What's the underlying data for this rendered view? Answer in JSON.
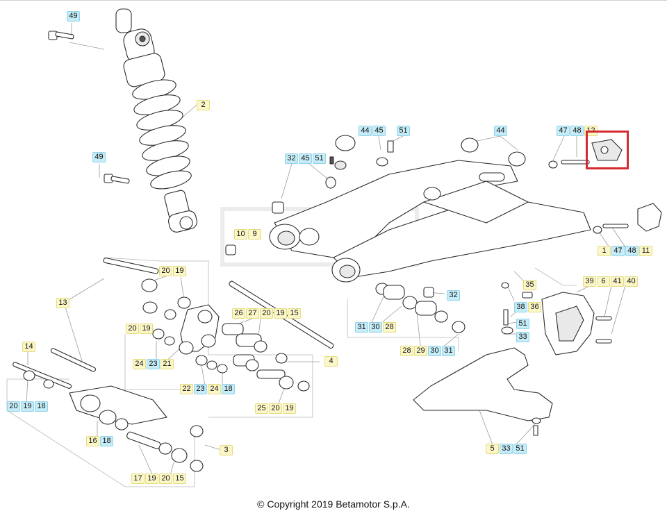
{
  "copyright": "© Copyright 2019 Betamotor S.p.A.",
  "colors": {
    "blue_tag": "#c6ecf7",
    "yellow_tag": "#fbf7c9",
    "highlight": "#d42a30"
  },
  "callouts": [
    {
      "labels": [
        {
          "t": "49",
          "c": "blue"
        }
      ]
    },
    {
      "labels": [
        {
          "t": "2",
          "c": "yellow"
        }
      ]
    },
    {
      "labels": [
        {
          "t": "49",
          "c": "blue"
        }
      ]
    },
    {
      "labels": [
        {
          "t": "44",
          "c": "blue"
        },
        {
          "t": "45",
          "c": "blue"
        }
      ]
    },
    {
      "labels": [
        {
          "t": "51",
          "c": "blue"
        }
      ]
    },
    {
      "labels": [
        {
          "t": "44",
          "c": "blue"
        }
      ]
    },
    {
      "labels": [
        {
          "t": "47",
          "c": "blue"
        },
        {
          "t": "48",
          "c": "blue"
        },
        {
          "t": "12",
          "c": "yellow"
        }
      ]
    },
    {
      "labels": [
        {
          "t": "32",
          "c": "blue"
        },
        {
          "t": "45",
          "c": "blue"
        },
        {
          "t": "51",
          "c": "blue"
        }
      ]
    },
    {
      "labels": [
        {
          "t": "10",
          "c": "yellow"
        },
        {
          "t": "9",
          "c": "yellow"
        }
      ]
    },
    {
      "labels": [
        {
          "t": "1",
          "c": "yellow"
        },
        {
          "t": "47",
          "c": "blue"
        },
        {
          "t": "48",
          "c": "blue"
        },
        {
          "t": "11",
          "c": "yellow"
        }
      ]
    },
    {
      "labels": [
        {
          "t": "20",
          "c": "yellow"
        },
        {
          "t": "19",
          "c": "yellow"
        }
      ]
    },
    {
      "labels": [
        {
          "t": "39",
          "c": "yellow"
        },
        {
          "t": "6",
          "c": "yellow"
        },
        {
          "t": "41",
          "c": "yellow"
        },
        {
          "t": "40",
          "c": "yellow"
        }
      ]
    },
    {
      "labels": [
        {
          "t": "35",
          "c": "yellow"
        }
      ]
    },
    {
      "labels": [
        {
          "t": "13",
          "c": "yellow"
        }
      ]
    },
    {
      "labels": [
        {
          "t": "32",
          "c": "blue"
        }
      ]
    },
    {
      "labels": [
        {
          "t": "38",
          "c": "blue"
        },
        {
          "t": "36",
          "c": "yellow"
        }
      ]
    },
    {
      "labels": [
        {
          "t": "26",
          "c": "yellow"
        },
        {
          "t": "27",
          "c": "yellow"
        },
        {
          "t": "20",
          "c": "yellow"
        },
        {
          "t": "19",
          "c": "yellow"
        },
        {
          "t": "15",
          "c": "yellow"
        }
      ]
    },
    {
      "labels": [
        {
          "t": "51",
          "c": "blue"
        }
      ]
    },
    {
      "labels": [
        {
          "t": "20",
          "c": "yellow"
        },
        {
          "t": "19",
          "c": "yellow"
        }
      ]
    },
    {
      "labels": [
        {
          "t": "31",
          "c": "blue"
        },
        {
          "t": "30",
          "c": "blue"
        },
        {
          "t": "28",
          "c": "yellow"
        }
      ]
    },
    {
      "labels": [
        {
          "t": "33",
          "c": "blue"
        }
      ]
    },
    {
      "labels": [
        {
          "t": "14",
          "c": "yellow"
        }
      ]
    },
    {
      "labels": [
        {
          "t": "28",
          "c": "yellow"
        },
        {
          "t": "29",
          "c": "yellow"
        },
        {
          "t": "30",
          "c": "blue"
        },
        {
          "t": "31",
          "c": "blue"
        }
      ]
    },
    {
      "labels": [
        {
          "t": "24",
          "c": "yellow"
        },
        {
          "t": "23",
          "c": "blue"
        },
        {
          "t": "21",
          "c": "yellow"
        }
      ]
    },
    {
      "labels": [
        {
          "t": "4",
          "c": "yellow"
        }
      ]
    },
    {
      "labels": [
        {
          "t": "22",
          "c": "yellow"
        },
        {
          "t": "23",
          "c": "blue"
        },
        {
          "t": "24",
          "c": "yellow"
        },
        {
          "t": "18",
          "c": "blue"
        }
      ]
    },
    {
      "labels": [
        {
          "t": "20",
          "c": "blue"
        },
        {
          "t": "19",
          "c": "blue"
        },
        {
          "t": "18",
          "c": "blue"
        }
      ]
    },
    {
      "labels": [
        {
          "t": "25",
          "c": "yellow"
        },
        {
          "t": "20",
          "c": "yellow"
        },
        {
          "t": "19",
          "c": "yellow"
        }
      ]
    },
    {
      "labels": [
        {
          "t": "16",
          "c": "yellow"
        },
        {
          "t": "18",
          "c": "blue"
        }
      ]
    },
    {
      "labels": [
        {
          "t": "3",
          "c": "yellow"
        }
      ]
    },
    {
      "labels": [
        {
          "t": "5",
          "c": "yellow"
        },
        {
          "t": "33",
          "c": "blue"
        },
        {
          "t": "51",
          "c": "blue"
        }
      ]
    },
    {
      "labels": [
        {
          "t": "17",
          "c": "yellow"
        },
        {
          "t": "19",
          "c": "yellow"
        },
        {
          "t": "20",
          "c": "yellow"
        },
        {
          "t": "15",
          "c": "yellow"
        }
      ]
    }
  ]
}
